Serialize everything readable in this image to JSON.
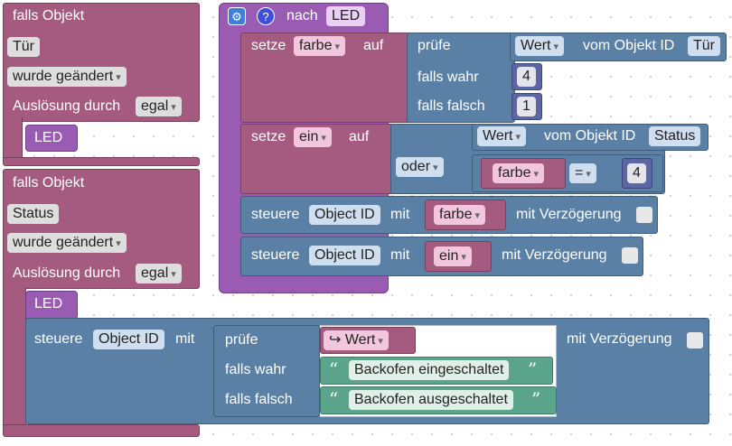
{
  "block1": {
    "title": "falls Objekt",
    "object": "Tür",
    "trigger": "wurde geändert",
    "caused_by_label": "Auslösung durch",
    "caused_by": "egal",
    "log_label": "LED"
  },
  "block2": {
    "title": "falls Objekt",
    "object": "Status",
    "trigger": "wurde geändert",
    "caused_by_label": "Auslösung durch",
    "caused_by": "egal",
    "log_label": "LED"
  },
  "control_block": {
    "label": "steuere",
    "target": "Object ID",
    "with": "mit",
    "check": "prüfe",
    "value_icon": "↪",
    "value": "Wert",
    "if_true": "falls wahr",
    "true_text": "Backofen eingeschaltet",
    "if_false": "falls falsch",
    "false_text": "Backofen ausgeschaltet",
    "delay_label": "mit Verzögerung"
  },
  "func": {
    "title": "nach",
    "name": "LED",
    "gear_icon": "⚙",
    "help_icon": "?"
  },
  "set_farbe": {
    "label": "setze",
    "var": "farbe",
    "to": "auf",
    "check": "prüfe",
    "value": "Wert",
    "of_object": "vom Objekt ID",
    "object": "Tür",
    "if_true": "falls wahr",
    "true_val": "4",
    "if_false": "falls falsch",
    "false_val": "1"
  },
  "set_ein": {
    "label": "setze",
    "var": "ein",
    "to": "auf",
    "value": "Wert",
    "of_object": "vom Objekt ID",
    "object": "Status",
    "or": "oder",
    "cmp_var": "farbe",
    "op": "=",
    "cmp_val": "4"
  },
  "control1": {
    "label": "steuere",
    "target": "Object ID",
    "with": "mit",
    "var": "farbe",
    "delay_label": "mit Verzögerung"
  },
  "control2": {
    "label": "steuere",
    "target": "Object ID",
    "with": "mit",
    "var": "ein",
    "delay_label": "mit Verzögerung"
  }
}
